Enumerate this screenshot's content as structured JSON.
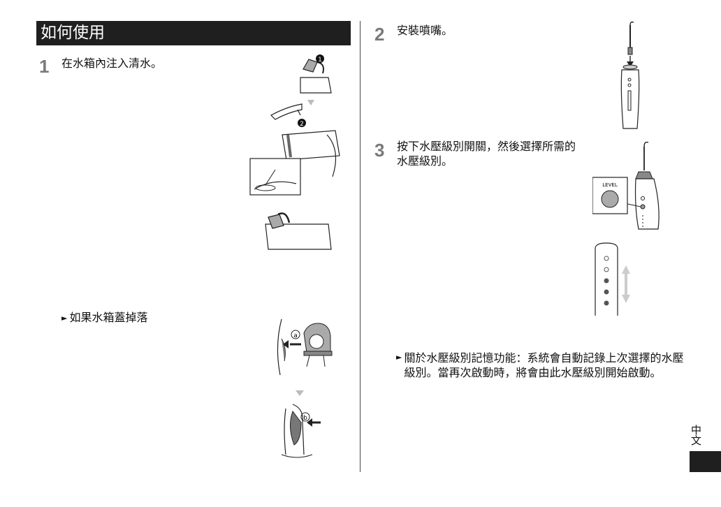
{
  "section": {
    "title": "如何使用",
    "lang": "中文"
  },
  "steps": [
    {
      "num": "1",
      "text": "在水箱內注入清水。"
    },
    {
      "num": "2",
      "text": "安裝噴嘴。"
    },
    {
      "num": "3",
      "text": "按下水壓級別開關，然後選擇所需的水壓級別。"
    }
  ],
  "notes": {
    "lid": {
      "marker": "►",
      "text": "如果水箱蓋掉落"
    },
    "memory": {
      "marker": "►",
      "text": "關於水壓級別記憶功能：系統會自動記錄上次選擇的水壓級別。當再次啟動時，將會由此水壓級別開始啟動。"
    }
  },
  "figure_labels": {
    "fill_step_one": "1",
    "fill_step_two": "2",
    "lid_a": "a",
    "lid_b": "b",
    "level_button": "LEVEL"
  },
  "level_indicator": {
    "total": 5,
    "lit": 3
  }
}
